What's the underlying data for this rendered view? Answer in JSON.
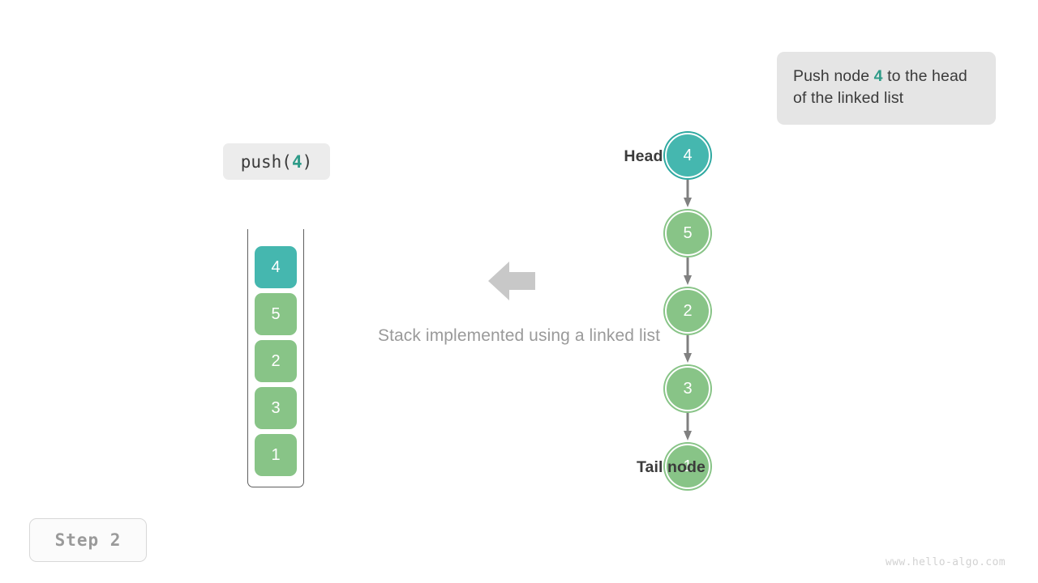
{
  "callout": {
    "prefix": "Push node ",
    "highlight": "4",
    "suffix": " to the head of the linked list"
  },
  "operation": {
    "prefix": "push(",
    "highlight": "4",
    "suffix": ")"
  },
  "stack": {
    "label": "stack-implemented-using-linked-list",
    "cells": [
      {
        "value": "4",
        "color": "teal"
      },
      {
        "value": "5",
        "color": "green"
      },
      {
        "value": "2",
        "color": "green"
      },
      {
        "value": "3",
        "color": "green"
      },
      {
        "value": "1",
        "color": "green"
      }
    ]
  },
  "center": {
    "caption": "Stack implemented using a linked list",
    "arrow_icon": "arrow-left-icon",
    "arrow_color": "#c8c8c8"
  },
  "linked_list": {
    "head_label": "Head node",
    "tail_label": "Tail node",
    "nodes": [
      {
        "value": "4",
        "color": "teal"
      },
      {
        "value": "5",
        "color": "green"
      },
      {
        "value": "2",
        "color": "green"
      },
      {
        "value": "3",
        "color": "green"
      },
      {
        "value": "1",
        "color": "green"
      }
    ],
    "edge_color": "#808080"
  },
  "footer": {
    "step": "Step 2",
    "watermark": "www.hello-algo.com"
  },
  "colors": {
    "teal": "#45b7af",
    "teal_accent": "#2e9b88",
    "green": "#88c487",
    "gray_text": "#9a9a9a",
    "dark_text": "#3b3b3b",
    "callout_bg": "#e5e5e5"
  }
}
